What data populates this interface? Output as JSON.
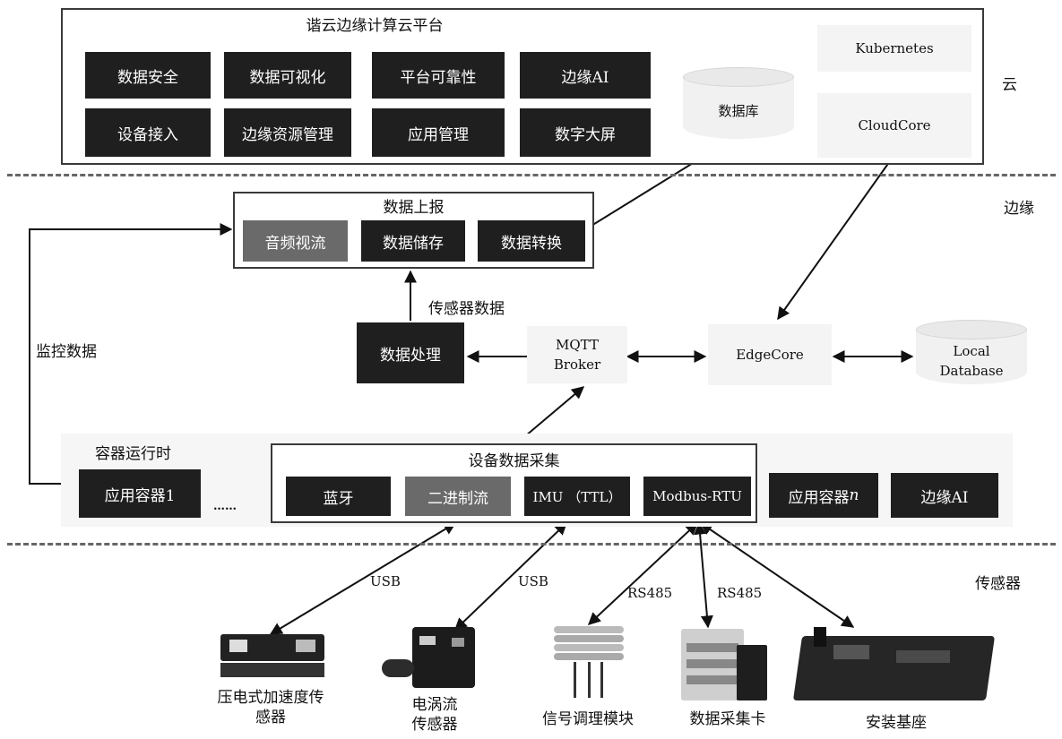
{
  "layers": {
    "cloud": "云",
    "edge": "边缘",
    "sensor": "传感器"
  },
  "cloud": {
    "title": "谐云边缘计算云平台",
    "modules": [
      "数据安全",
      "数据可视化",
      "平台可靠性",
      "边缘AI",
      "设备接入",
      "边缘资源管理",
      "应用管理",
      "数字大屏"
    ],
    "database": "数据库",
    "kubernetes": "Kubernetes",
    "cloudcore": "CloudCore"
  },
  "edge": {
    "report_title": "数据上报",
    "report_items": [
      "音频视流",
      "数据储存",
      "数据转换"
    ],
    "sensor_data_label": "传感器数据",
    "monitor_label": "监控数据",
    "processing": "数据处理",
    "mqtt": [
      "MQTT",
      "Broker"
    ],
    "edgecore": "EdgeCore",
    "local_db": [
      "Local",
      "Database"
    ]
  },
  "runtime": {
    "title": "容器运行时",
    "app_container_1": "应用容器1",
    "ellipsis": "……",
    "collect_title": "设备数据采集",
    "collect_items": [
      "蓝牙",
      "二进制流",
      "IMU （TTL）",
      "Modbus-RTU"
    ],
    "app_container_n": "应用容器",
    "app_container_n_suffix": "n",
    "edge_ai": "边缘AI"
  },
  "links": {
    "usb1": "USB",
    "usb2": "USB",
    "rs485_1": "RS485",
    "rs485_2": "RS485"
  },
  "devices": [
    {
      "name_line1": "压电式加速度传",
      "name_line2": "感器"
    },
    {
      "name_line1": "电涡流",
      "name_line2": "传感器"
    },
    {
      "name_line1": "信号调理模块",
      "name_line2": ""
    },
    {
      "name_line1": "数据采集卡",
      "name_line2": ""
    },
    {
      "name_line1": "安装基座",
      "name_line2": ""
    }
  ]
}
